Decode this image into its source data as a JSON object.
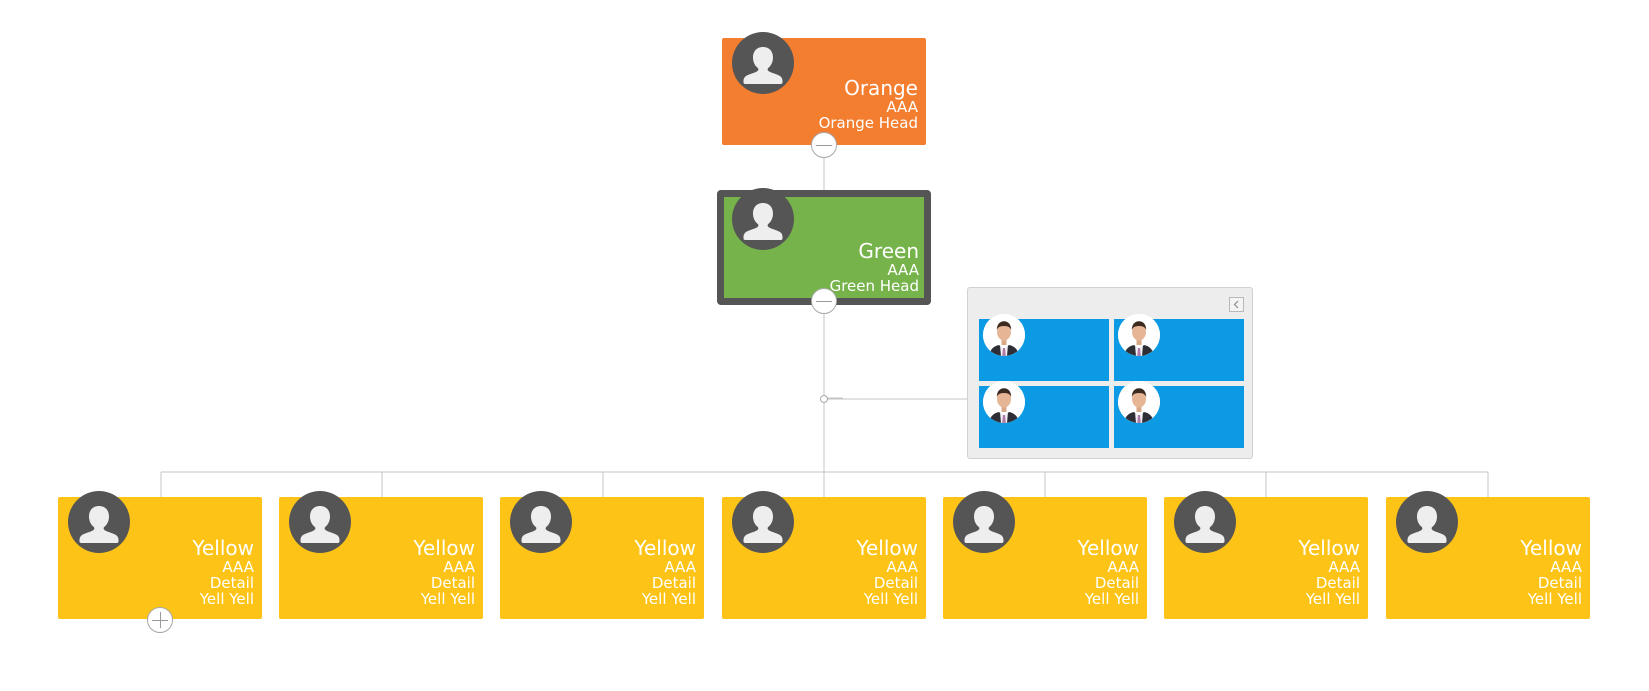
{
  "chart_data": {
    "type": "org-chart",
    "nodes": [
      {
        "id": "orange",
        "name": "Orange",
        "lines": [
          "AAA",
          "Orange Head"
        ],
        "color": "#f47e2f",
        "toggle": "collapse"
      },
      {
        "id": "green",
        "name": "Green",
        "lines": [
          "AAA",
          "Green Head"
        ],
        "color": "#76b44b",
        "selected": true,
        "parent": "orange",
        "toggle": "collapse"
      },
      {
        "id": "yellow-1",
        "name": "Yellow",
        "lines": [
          "AAA",
          "Detail",
          "Yell Yell"
        ],
        "color": "#fdc417",
        "parent": "green",
        "toggle": "expand"
      },
      {
        "id": "yellow-2",
        "name": "Yellow",
        "lines": [
          "AAA",
          "Detail",
          "Yell Yell"
        ],
        "color": "#fdc417",
        "parent": "green"
      },
      {
        "id": "yellow-3",
        "name": "Yellow",
        "lines": [
          "AAA",
          "Detail",
          "Yell Yell"
        ],
        "color": "#fdc417",
        "parent": "green"
      },
      {
        "id": "yellow-4",
        "name": "Yellow",
        "lines": [
          "AAA",
          "Detail",
          "Yell Yell"
        ],
        "color": "#fdc417",
        "parent": "green"
      },
      {
        "id": "yellow-5",
        "name": "Yellow",
        "lines": [
          "AAA",
          "Detail",
          "Yell Yell"
        ],
        "color": "#fdc417",
        "parent": "green"
      },
      {
        "id": "yellow-6",
        "name": "Yellow",
        "lines": [
          "AAA",
          "Detail",
          "Yell Yell"
        ],
        "color": "#fdc417",
        "parent": "green"
      },
      {
        "id": "yellow-7",
        "name": "Yellow",
        "lines": [
          "AAA",
          "Detail",
          "Yell Yell"
        ],
        "color": "#fdc417",
        "parent": "green"
      }
    ],
    "assistants": {
      "parent": "green",
      "count": 4,
      "color": "#0d9ae4",
      "collapse_icon": "chevron-left-icon"
    }
  },
  "colors": {
    "connector": "#c4c4c4",
    "avatar_bg": "#555555",
    "avatar_fg": "#eeeeee",
    "selected_border": "#555555"
  },
  "icons": {
    "avatar": "user-silhouette-icon",
    "collapse": "minus-circle-icon",
    "expand": "plus-circle-icon",
    "photo": "person-photo-icon"
  }
}
